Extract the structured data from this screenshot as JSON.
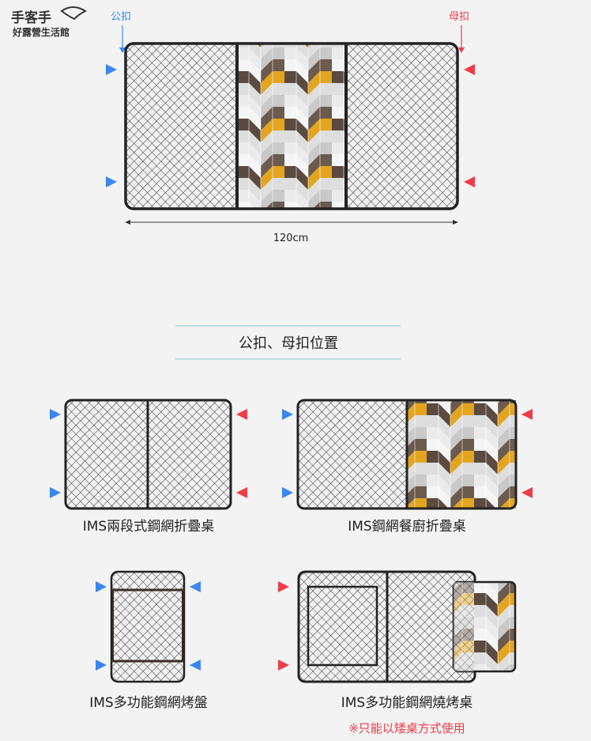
{
  "logo": {
    "text": "手客手",
    "subtitle": "好露營生活館"
  },
  "top_diagram": {
    "male_label": "公扣",
    "female_label": "母扣",
    "width_label": "120cm"
  },
  "section": {
    "title": "公扣、母扣位置"
  },
  "products": [
    {
      "name": "IMS兩段式鋼網折疊桌"
    },
    {
      "name": "IMS鋼網餐廚折疊桌"
    },
    {
      "name": "IMS多功能鋼網烤盤"
    },
    {
      "name": "IMS多功能鋼網燒烤桌",
      "note": "※只能以矮桌方式使用"
    }
  ],
  "colors": {
    "background": "#f3f3f3",
    "male_arrow": "#3b86f0",
    "female_arrow": "#f03b48",
    "frame": "#2a2a2a",
    "mesh": "#444444",
    "wood_dark": "#5a4a40",
    "wood_yellow": "#e3a520",
    "wood_light": "#dcdcdc",
    "section_rule": "#8cc8d6",
    "note": "#f03b48"
  },
  "icons": [
    "right-arrow-icon",
    "left-arrow-icon",
    "down-arrow-icon",
    "double-arrow-icon"
  ]
}
